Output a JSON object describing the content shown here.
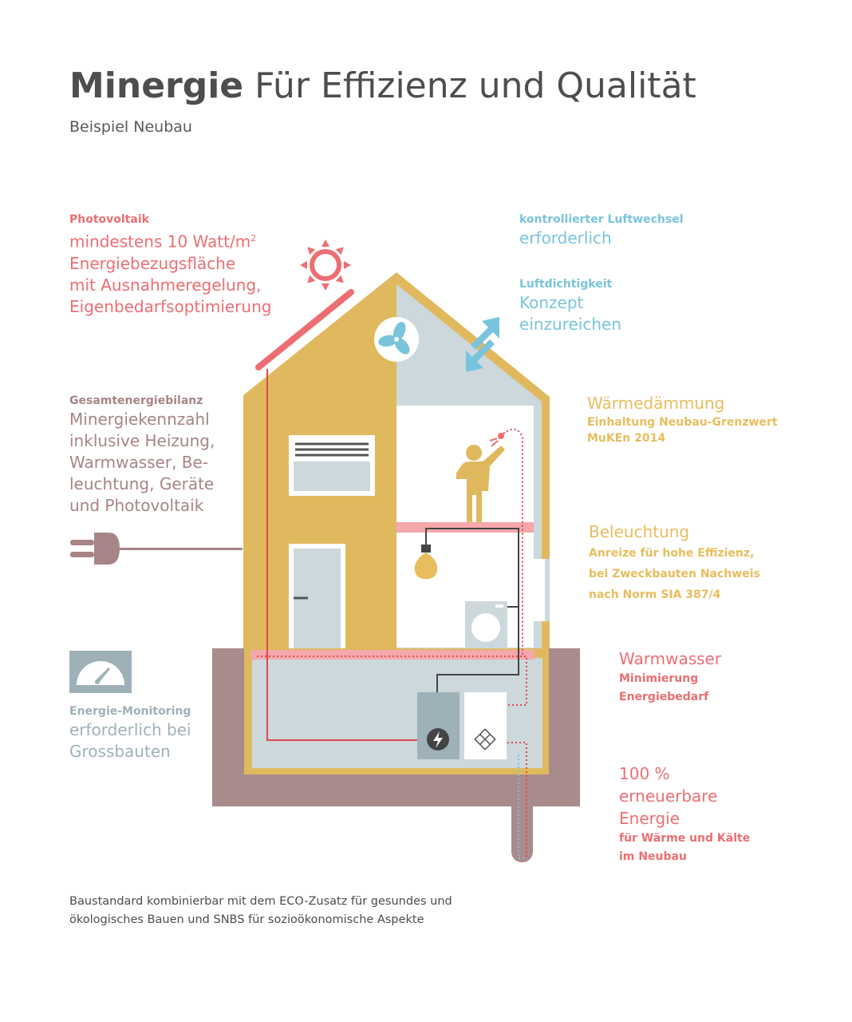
{
  "title": {
    "bold": "Minergie",
    "rest": "Für Effizienz und Qualität"
  },
  "subtitle": "Beispiel Neubau",
  "labels": {
    "photovoltaik": {
      "heading": "Photovoltaik",
      "line1_text": "mindestens 10 Watt/m",
      "line1_sup": "2",
      "line2": "Energiebezugsfläche",
      "line3": "mit Ausnahmeregelung,",
      "line4": "Eigenbedarfsoptimierung"
    },
    "luftwechsel": {
      "heading": "kontrollierter Luftwechsel",
      "text": "erforderlich"
    },
    "luftdichtigkeit": {
      "heading": "Luftdichtigkeit",
      "line1": "Konzept",
      "line2": "einzureichen"
    },
    "gesamtenergiebilanz": {
      "heading": "Gesamtenergiebilanz",
      "line1": "Minergiekennzahl",
      "line2": "inklusive Heizung,",
      "line3": "Warmwasser, Be-",
      "line4": "leuchtung, Geräte",
      "line5": "und Photovoltaik"
    },
    "waermedaemmung": {
      "big": "Wärmedämmung",
      "line1": "Einhaltung Neubau-Grenzwert",
      "line2": "MuKEn 2014"
    },
    "beleuchtung": {
      "big": "Beleuchtung",
      "line1": "Anreize für hohe Effizienz,",
      "line2": "bei Zweckbauten Nachweis",
      "line3": "nach Norm SIA 387/4"
    },
    "warmwasser": {
      "big": "Warmwasser",
      "line1": "Minimierung",
      "line2": "Energiebedarf"
    },
    "erneuerbar": {
      "big1": "100 %",
      "big2": "erneuerbare",
      "big3": "Energie",
      "line1": "für Wärme und Kälte",
      "line2": "im Neubau"
    },
    "monitoring": {
      "heading": "Energie-Monitoring",
      "line1": "erforderlich bei",
      "line2": "Grossbauten"
    }
  },
  "footer": {
    "line1": "Baustandard kombinierbar mit dem ECO-Zusatz für gesundes und",
    "line2": "ökologisches Bauen und SNBS für sozioökonomische Aspekte"
  },
  "icons": [
    "sun-icon",
    "fan-icon",
    "air-exchange-arrows-icon",
    "plug-icon",
    "gauge-icon",
    "person-shower-icon",
    "lightbulb-icon",
    "washing-machine-icon",
    "heat-pump-icon",
    "water-tank-icon"
  ],
  "colors": {
    "red": "#ec6e72",
    "blue": "#79c4dc",
    "mauve": "#a78486",
    "yellow": "#e8bd5e",
    "grey": "#9fb1b8",
    "wall_yellow": "#e0b95e",
    "wall_grey": "#ccd8dc",
    "ground": "#a98b8b"
  }
}
